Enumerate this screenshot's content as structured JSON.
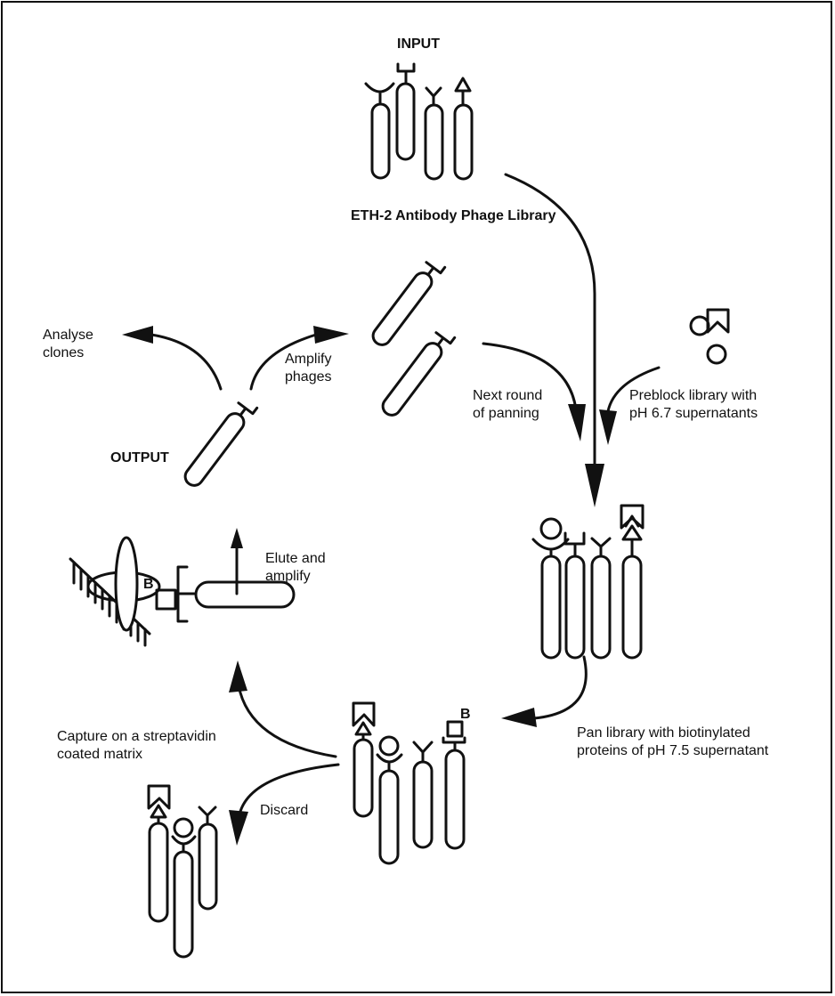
{
  "labels": {
    "input": "INPUT",
    "library": "ETH-2 Antibody Phage Library",
    "analyse": "Analyse\nclones",
    "amplify_phages": "Amplify\nphages",
    "next_round": "Next round\nof panning",
    "preblock": "Preblock library with\npH 6.7 supernatants",
    "output": "OUTPUT",
    "elute": "Elute and\namplify",
    "biotin_b1": "B",
    "biotin_b2": "B",
    "pan_library": "Pan library with biotinylated\nproteins of pH 7.5 supernatant",
    "capture": "Capture on a streptavidin\ncoated matrix",
    "discard": "Discard"
  },
  "colors": {
    "stroke": "#111111",
    "background": "#ffffff"
  }
}
